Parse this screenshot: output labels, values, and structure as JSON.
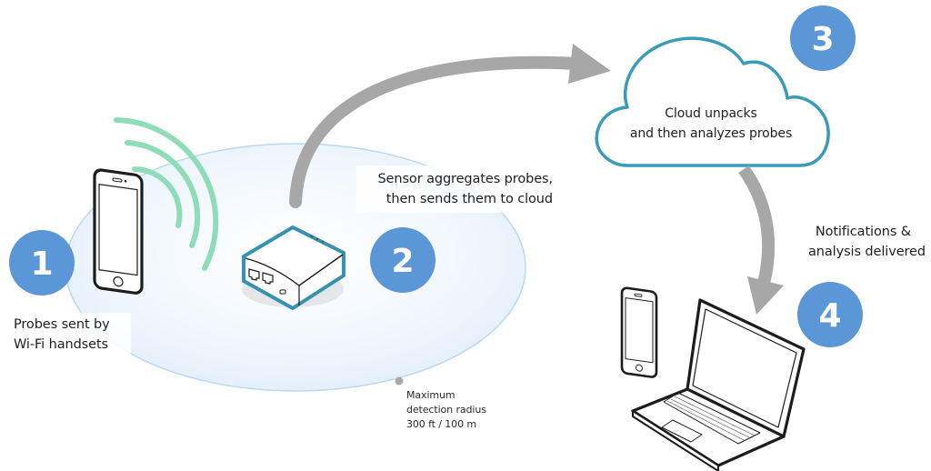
{
  "diagram": {
    "colors": {
      "badge": "#5b96d6",
      "arrow": "#a7a7a7",
      "cloud_outline": "#3a9bb8",
      "wifi_waves": "#8fdcb8",
      "coverage_fill": "#e9f3fc",
      "coverage_outline": "#b9d9f2",
      "device_outline": "#1c1c1c",
      "sensor_outline": "#3592b0",
      "radius_marker": "#a9a9a9"
    },
    "steps": [
      {
        "number": "1",
        "lines": [
          "Probes sent by",
          "Wi-Fi handsets"
        ],
        "icon": "smartphone-wifi-icon"
      },
      {
        "number": "2",
        "lines": [
          "Sensor aggregates probes,",
          "then sends them to cloud"
        ],
        "icon": "sensor-router-icon"
      },
      {
        "number": "3",
        "lines": [
          "Cloud unpacks",
          "and then analyzes probes"
        ],
        "icon": "cloud-icon"
      },
      {
        "number": "4",
        "lines": [
          "Notifications &",
          "analysis delivered"
        ],
        "icon": "laptop-phone-icon"
      }
    ],
    "coverage": {
      "lines": [
        "Maximum",
        "detection radius",
        "300 ft / 100 m"
      ]
    }
  }
}
